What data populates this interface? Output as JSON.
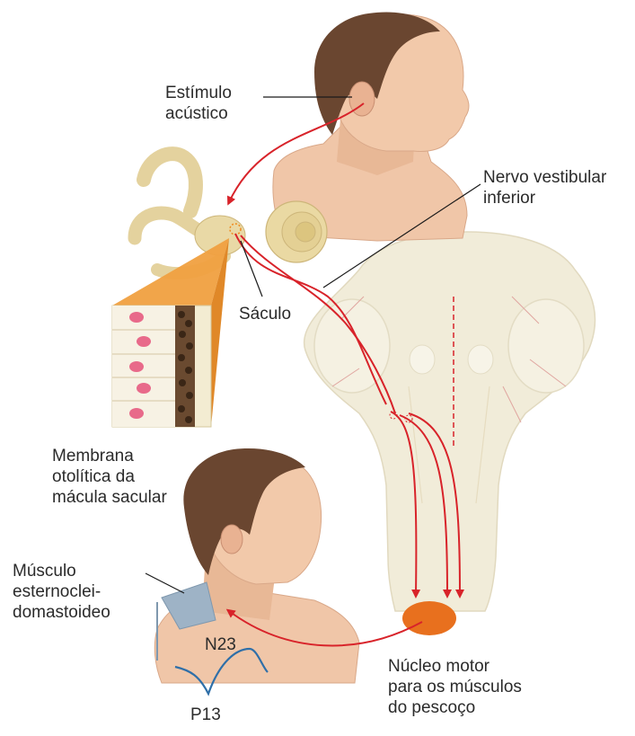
{
  "labels": {
    "acoustic_stimulus": [
      "Estímulo",
      "acústico"
    ],
    "inferior_vestibular_nerve": [
      "Nervo vestibular",
      "inferior"
    ],
    "saccule": "Sáculo",
    "otolithic_membrane": [
      "Membrana",
      "otolítica da",
      "mácula sacular"
    ],
    "sternocleidomastoid": [
      "Músculo",
      "esternoclei-",
      "domastoideo"
    ],
    "n23": "N23",
    "p13": "P13",
    "motor_nucleus": [
      "Núcleo motor",
      "para os músculos",
      "do pescoço"
    ]
  },
  "colors": {
    "pathway": "#d8232a",
    "nucleus": "#e8701e",
    "waveform": "#2f6fa8",
    "skin": "#efc4a6",
    "hair": "#6a4630",
    "labyrinth": "#e9d9a6",
    "brainstem": "#f1ecd9",
    "callout_wedge": "#f0a040"
  }
}
